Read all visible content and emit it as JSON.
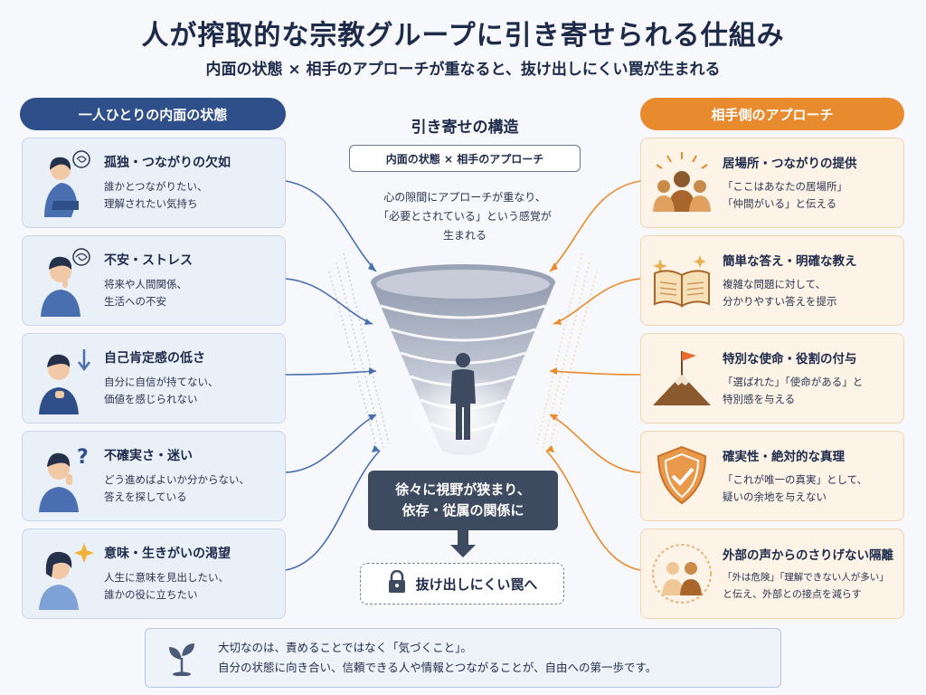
{
  "title": "人が搾取的な宗教グループに引き寄せられる仕組み",
  "subtitle": "内面の状態 × 相手のアプローチが重なると、抜け出しにくい罠が生まれる",
  "left_column": {
    "header": "一人ひとりの内面の状態",
    "cards": [
      {
        "title": "孤独・つながりの欠如",
        "desc1": "誰かとつながりたい、",
        "desc2": "理解されたい気持ち",
        "icon": "lonely-person-icon"
      },
      {
        "title": "不安・ストレス",
        "desc1": "将来や人間関係、",
        "desc2": "生活への不安",
        "icon": "anxious-person-icon"
      },
      {
        "title": "自己肯定感の低さ",
        "desc1": "自分に自信が持てない、",
        "desc2": "価値を感じられない",
        "icon": "downcast-person-icon"
      },
      {
        "title": "不確実さ・迷い",
        "desc1": "どう進めばよいか分からない、",
        "desc2": "答えを探している",
        "icon": "question-person-icon"
      },
      {
        "title": "意味・生きがいの渇望",
        "desc1": "人生に意味を見出したい、",
        "desc2": "誰かの役に立ちたい",
        "icon": "hopeful-person-icon"
      }
    ]
  },
  "right_column": {
    "header": "相手側のアプローチ",
    "cards": [
      {
        "title": "居場所・つながりの提供",
        "desc1": "「ここはあなたの居場所」",
        "desc2": "「仲間がいる」と伝える",
        "icon": "group-icon"
      },
      {
        "title": "簡単な答え・明確な教え",
        "desc1": "複雑な問題に対して、",
        "desc2": "分かりやすい答えを提示",
        "icon": "open-book-icon"
      },
      {
        "title": "特別な使命・役割の付与",
        "desc1": "「選ばれた」「使命がある」と",
        "desc2": "特別感を与える",
        "icon": "mountain-flag-icon"
      },
      {
        "title": "確実性・絶対的な真理",
        "desc1": "「これが唯一の真実」として、",
        "desc2": "疑いの余地を与えない",
        "icon": "shield-check-icon"
      },
      {
        "title": "外部の声からのさりげない隔離",
        "desc1": "「外は危険」「理解できない人が多い」",
        "desc2": "と伝え、外部との接点を減らす",
        "icon": "isolated-pair-icon"
      }
    ]
  },
  "center": {
    "title": "引き寄せの構造",
    "formula": "内面の状態 × 相手のアプローチ",
    "desc1": "心の隙間にアプローチが重なり、",
    "desc2": "「必要とされている」という感覚が",
    "desc3": "生まれる",
    "narrowing1": "徐々に視野が狭まり、",
    "narrowing2": "依存・従属の関係に",
    "trap": "抜け出しにくい罠へ"
  },
  "footer": {
    "line1": "大切なのは、責めることではなく「気づくこと」。",
    "line2": "自分の状態に向き合い、信頼できる人や情報とつながることが、自由への第一歩です。"
  },
  "colors": {
    "left_accent": "#2f4f8a",
    "right_accent": "#e88a2e",
    "left_arrow": "#4a6fb0",
    "right_arrow": "#e88a2e",
    "dark_box": "#3e4a60"
  }
}
